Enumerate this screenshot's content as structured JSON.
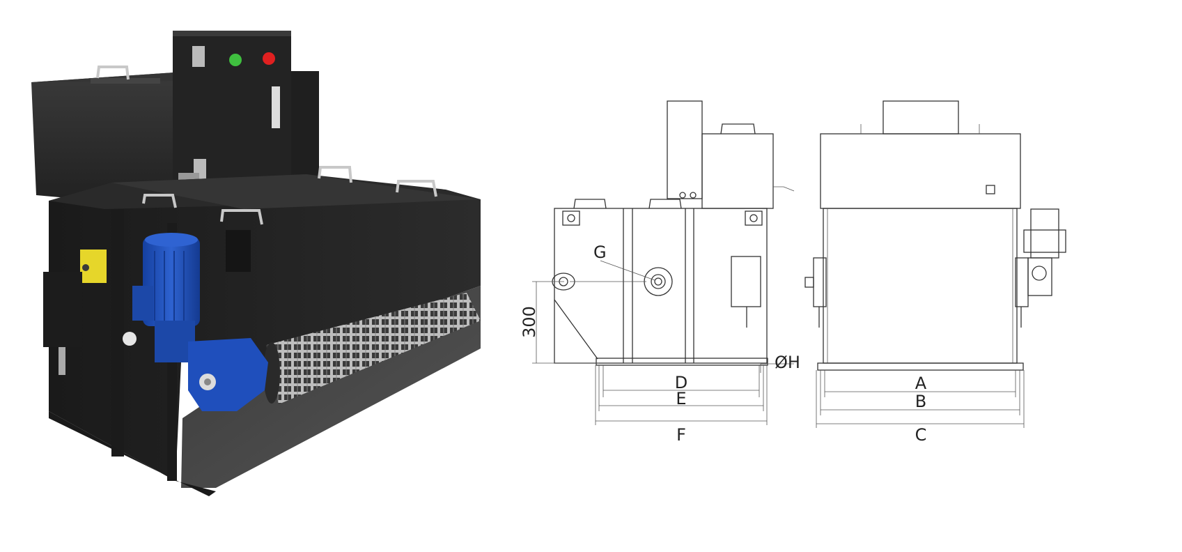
{
  "drawing": {
    "labels": {
      "g": "G",
      "h": "ØH",
      "height": "300",
      "a": "A",
      "b": "B",
      "c": "C",
      "d": "D",
      "e": "E",
      "f": "F"
    }
  },
  "colors": {
    "body": "#262626",
    "motor": "#1e4fb5",
    "lamp_green": "#3fbf3f",
    "lamp_red": "#e02020",
    "switch_yellow": "#e6d62a",
    "steel": "#c8c8c8",
    "line": "#333333"
  }
}
